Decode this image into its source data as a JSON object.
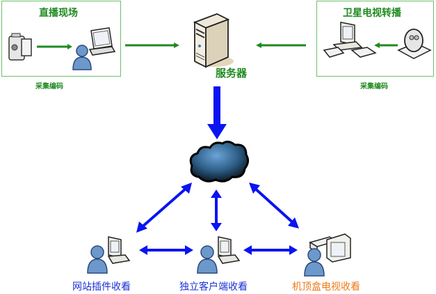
{
  "diagram": {
    "live_site": {
      "title": "直播现场",
      "caption": "采集编码"
    },
    "satellite": {
      "title": "卫星电视转播",
      "caption": "采集编码"
    },
    "server": {
      "label": "服务器"
    },
    "clients": [
      {
        "label": "网站插件收看",
        "color": "#1a2fd6"
      },
      {
        "label": "独立客户端收看",
        "color": "#1a2fd6"
      },
      {
        "label": "机顶盒电视收看",
        "color": "#ee7a1a"
      }
    ],
    "colors": {
      "green": "#1f8a1f",
      "blue": "#0a14f0",
      "orange": "#ee7a1a"
    }
  }
}
